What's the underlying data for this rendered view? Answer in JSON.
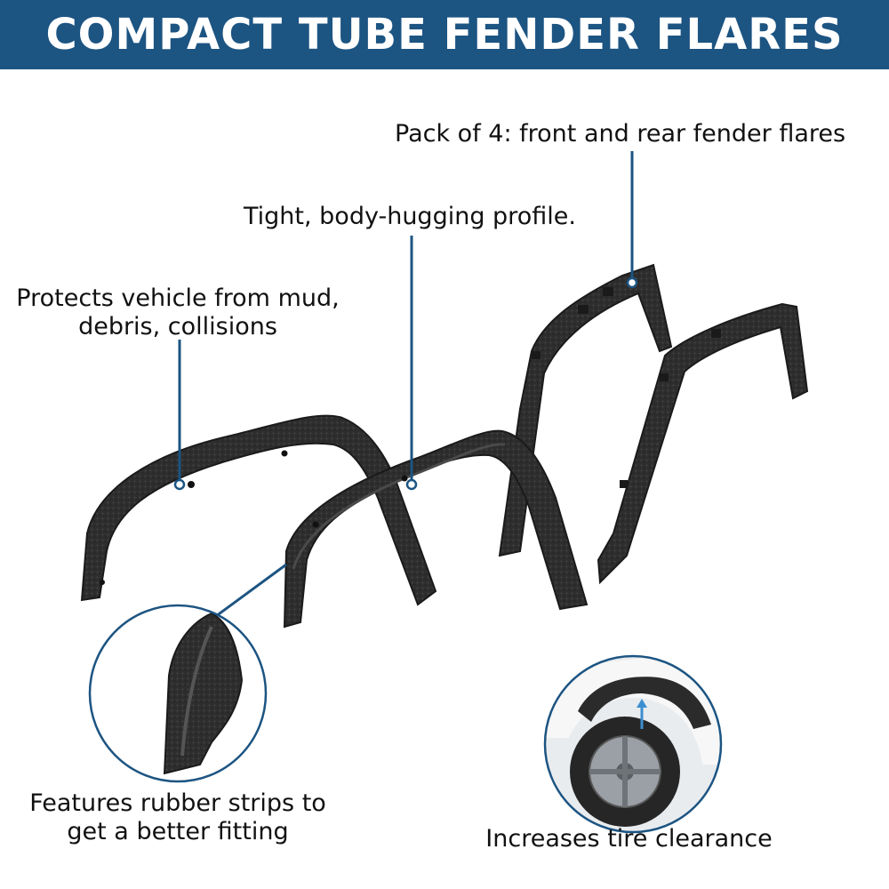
{
  "banner": {
    "title": "COMPACT TUBE FENDER FLARES"
  },
  "callouts": {
    "pack": "Pack of 4: front and rear fender flares",
    "profile": "Tight, body-hugging profile.",
    "protects_line1": "Protects vehicle from mud,",
    "protects_line2": "debris, collisions",
    "rubber_line1": "Features rubber strips to",
    "rubber_line2": "get a better fitting",
    "tire": "Increases tire clearance"
  },
  "colors": {
    "banner": "#1c5482",
    "leader": "#1c5482",
    "flare": "#2b2b2b",
    "background": "#ffffff"
  }
}
